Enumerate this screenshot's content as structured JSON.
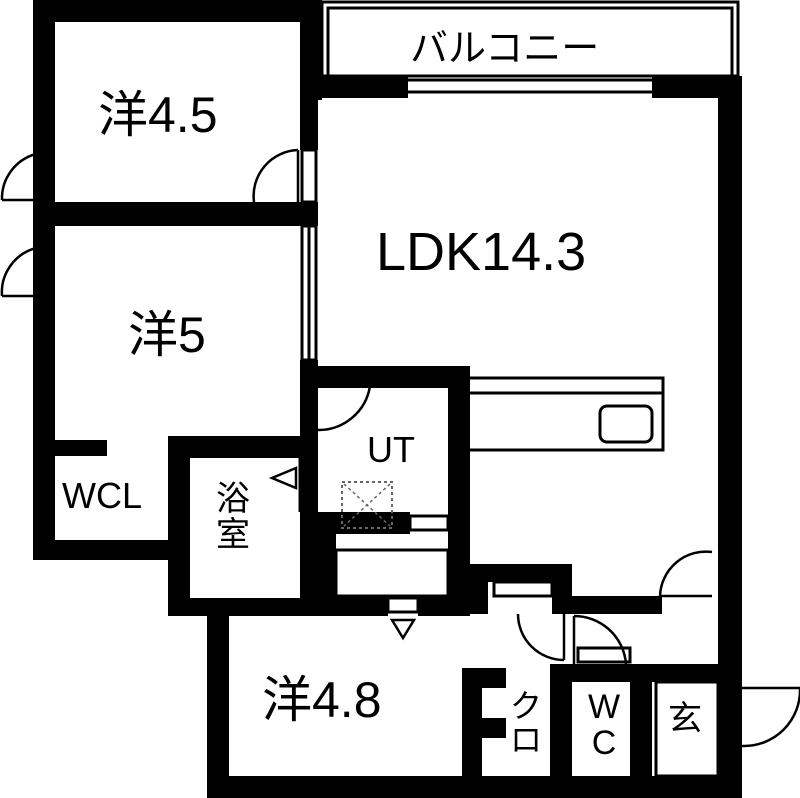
{
  "colors": {
    "wall": "#000000",
    "background": "#ffffff",
    "ventilation": "#666666"
  },
  "rooms": {
    "balcony": "バルコニー",
    "ldk": "LDK14.3",
    "western1": "洋4.5",
    "western2": "洋5",
    "western3": "洋4.8",
    "wcl": "WCL",
    "bath": [
      "浴",
      "室"
    ],
    "utility": "UT",
    "closet": [
      "ク",
      "ロ"
    ],
    "toilet": [
      "W",
      "C"
    ],
    "entrance": "玄"
  }
}
